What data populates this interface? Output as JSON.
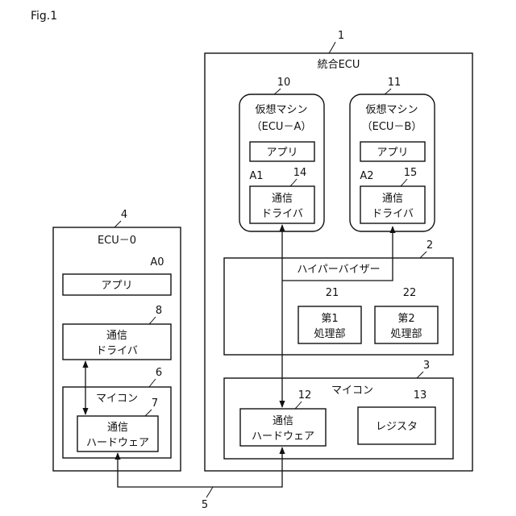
{
  "figure_label": "Fig.1",
  "integrated_ecu": {
    "ref": "1",
    "title": "統合ECU"
  },
  "vm1": {
    "ref": "10",
    "line1": "仮想マシン",
    "line2": "（ECU－A）"
  },
  "vm2": {
    "ref": "11",
    "line1": "仮想マシン",
    "line2": "（ECU－B）"
  },
  "app1": {
    "ref": "A1",
    "label": "アプリ"
  },
  "app2": {
    "ref": "A2",
    "label": "アプリ"
  },
  "driver1": {
    "ref": "14",
    "line1": "通信",
    "line2": "ドライバ"
  },
  "driver2": {
    "ref": "15",
    "line1": "通信",
    "line2": "ドライバ"
  },
  "hypervisor": {
    "ref": "2",
    "label": "ハイパーバイザー"
  },
  "proc1": {
    "ref": "21",
    "line1": "第1",
    "line2": "処理部"
  },
  "proc2": {
    "ref": "22",
    "line1": "第2",
    "line2": "処理部"
  },
  "micon_main": {
    "ref": "3",
    "label": "マイコン"
  },
  "comm_hw_main": {
    "ref": "12",
    "line1": "通信",
    "line2": "ハードウェア"
  },
  "register": {
    "ref": "13",
    "label": "レジスタ"
  },
  "ecu0": {
    "ref": "4",
    "title": "ECU－0"
  },
  "app0": {
    "ref": "A0",
    "label": "アプリ"
  },
  "driver0": {
    "ref": "8",
    "line1": "通信",
    "line2": "ドライバ"
  },
  "micon0": {
    "ref": "6",
    "label": "マイコン"
  },
  "comm_hw0": {
    "ref": "7",
    "line1": "通信",
    "line2": "ハードウェア"
  },
  "bus": {
    "ref": "5"
  }
}
